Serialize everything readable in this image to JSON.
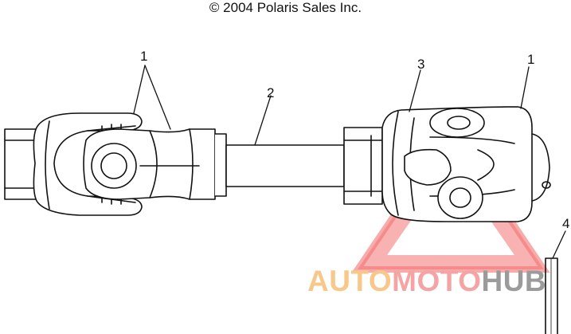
{
  "header": {
    "copyright": "© 2004 Polaris Sales Inc."
  },
  "callouts": [
    {
      "id": "left-yoke",
      "label": "1"
    },
    {
      "id": "shaft",
      "label": "2"
    },
    {
      "id": "right-coupler",
      "label": "3"
    },
    {
      "id": "right-yoke",
      "label": "1"
    },
    {
      "id": "side-part",
      "label": "4"
    }
  ],
  "watermark": {
    "part1": "AUTO",
    "part2": "MOTO",
    "part3": "HUB",
    "colors": {
      "auto": "#f7c88a",
      "moto": "#f4a4a4",
      "hub": "#9b9b9b",
      "triangle": "#f05a5a"
    }
  },
  "colors": {
    "line": "#111111",
    "background": "#ffffff"
  }
}
